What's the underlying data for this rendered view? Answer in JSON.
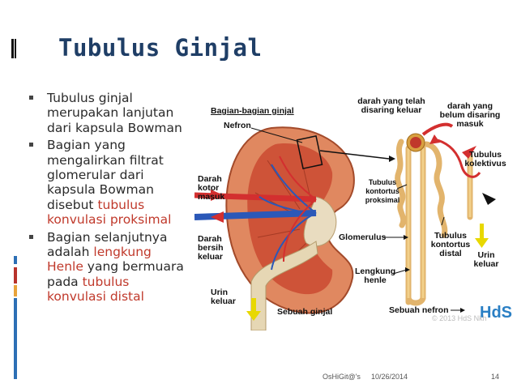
{
  "slide": {
    "title": "Tubulus Ginjal",
    "bullets": [
      {
        "parts": [
          {
            "text": "Tubulus ginjal merupakan lanjutan dari kapsula Bowman",
            "hl": false
          }
        ]
      },
      {
        "parts": [
          {
            "text": "Bagian yang mengalirkan filtrat glomerular dari kapsula Bowman disebut ",
            "hl": false
          },
          {
            "text": "tubulus konvulasi proksimal",
            "hl": true
          }
        ]
      },
      {
        "parts": [
          {
            "text": "Bagian selanjutnya adalah ",
            "hl": false
          },
          {
            "text": "lengkung Henle",
            "hl": true
          },
          {
            "text": " yang bermuara pada ",
            "hl": false
          },
          {
            "text": "tubulus konvulasi distal",
            "hl": true
          }
        ]
      }
    ],
    "colors": {
      "title": "#1f3e66",
      "highlight": "#c0392b",
      "accent_blue": "#2d6fb5",
      "accent_red": "#b8322b",
      "hds": "#2a7fc4"
    }
  },
  "figure": {
    "labels": {
      "bagian": "Bagian-bagian ginjal",
      "nefron": "Nefron",
      "darah_kotor": "Darah kotor masuk",
      "darah_bersih": "Darah bersih keluar",
      "urin_keluar_left": "Urin keluar",
      "sebuah_ginjal": "Sebuah ginjal",
      "darah_telah": "darah yang telah disaring keluar",
      "darah_belum": "darah yang belum disaring masuk",
      "tubulus_kolektivus": "Tubulus kolektivus",
      "tubulus_proksimal": "Tubulus kontortus proksimal",
      "glomerulus": "Glomerulus",
      "tubulus_distal": "Tubulus kontortus distal",
      "urin_keluar_right": "Urin keluar",
      "lengkung_henle": "Lengkung henle",
      "sebuah_nefron": "Sebuah nefron",
      "logo": "HdS",
      "watermark": "© 2013 HdS Nkh"
    }
  },
  "footer": {
    "author": "OsHiGit@'s",
    "date": "10/26/2014",
    "page": "14"
  }
}
